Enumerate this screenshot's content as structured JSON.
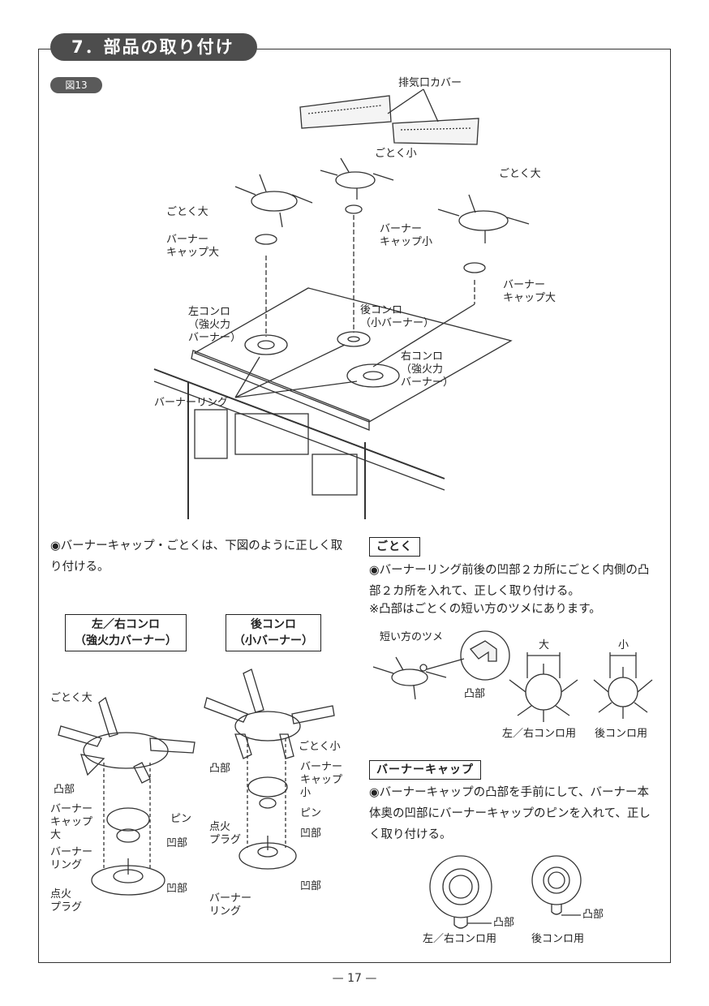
{
  "header": {
    "section_title": "7．部品の取り付け",
    "figure_badge": "図13"
  },
  "main_figure": {
    "labels": {
      "exhaust_cover": "排気口カバー",
      "trivet_small_top": "ごとく小",
      "trivet_large_right": "ごとく大",
      "trivet_large_left": "ごとく大",
      "burner_cap_small": "バーナー\nキャップ小",
      "burner_cap_large_left": "バーナー\nキャップ大",
      "burner_cap_large_right": "バーナー\nキャップ大",
      "left_stove": "左コンロ\n（強火力\nバーナー）",
      "rear_stove": "後コンロ\n（小バーナー）",
      "right_stove": "右コンロ\n（強火力\nバーナー）",
      "burner_ring": "バーナーリング"
    }
  },
  "intro_text": "◉バーナーキャップ・ごとくは、下図のように正しく取り付ける。",
  "left_diagram": {
    "header": "左／右コンロ\n（強火力バーナー）",
    "labels": {
      "trivet_large": "ごとく大",
      "convex": "凸部",
      "burner_cap": "バーナー\nキャップ\n大",
      "pin": "ピン",
      "concave1": "凹部",
      "burner_ring": "バーナー\nリング",
      "concave2": "凹部",
      "ignition_plug": "点火\nプラグ"
    }
  },
  "rear_diagram": {
    "header": "後コンロ\n（小バーナー）",
    "labels": {
      "trivet_small": "ごとく小",
      "convex": "凸部",
      "burner_cap": "バーナー\nキャップ\n小",
      "pin": "ピン",
      "ignition_plug": "点火\nプラグ",
      "concave1": "凹部",
      "concave2": "凹部",
      "burner_ring": "バーナー\nリング"
    }
  },
  "gotoku_section": {
    "tag": "ごとく",
    "text": "◉バーナーリング前後の凹部２カ所にごとく内側の凸部２カ所を入れて、正しく取り付ける。",
    "note": "※凸部はごとくの短い方のツメにあります。",
    "labels": {
      "short_claw": "短い方のツメ",
      "convex": "凸部",
      "large": "大",
      "small": "小",
      "for_left_right": "左／右コンロ用",
      "for_rear": "後コンロ用"
    }
  },
  "burner_cap_section": {
    "tag": "バーナーキャップ",
    "text": "◉バーナーキャップの凸部を手前にして、バーナー本体奥の凹部にバーナーキャップのピンを入れて、正しく取り付ける。",
    "labels": {
      "convex1": "凸部",
      "convex2": "凸部",
      "for_left_right": "左／右コンロ用",
      "for_rear": "後コンロ用"
    }
  },
  "footer": {
    "page_number": "— 17 —"
  }
}
